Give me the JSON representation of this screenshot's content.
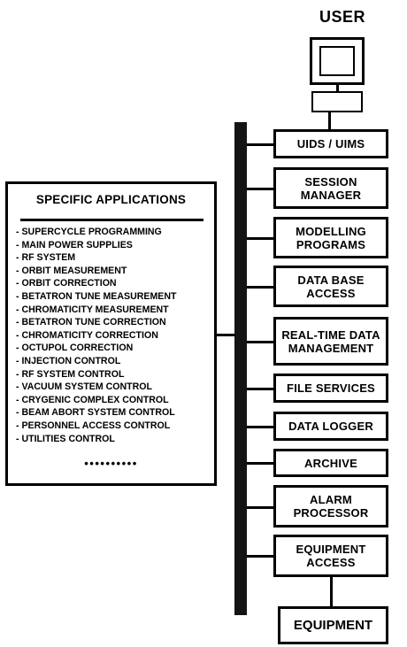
{
  "user": {
    "label": "USER"
  },
  "services": [
    {
      "label": "UIDS / UIMS"
    },
    {
      "label": "SESSION\nMANAGER"
    },
    {
      "label": "MODELLING\nPROGRAMS"
    },
    {
      "label": "DATA BASE\nACCESS"
    },
    {
      "label": "REAL-TIME DATA\nMANAGEMENT"
    },
    {
      "label": "FILE SERVICES"
    },
    {
      "label": "DATA LOGGER"
    },
    {
      "label": "ARCHIVE"
    },
    {
      "label": "ALARM\nPROCESSOR"
    },
    {
      "label": "EQUIPMENT\nACCESS"
    }
  ],
  "applications": {
    "title": "SPECIFIC APPLICATIONS",
    "items": [
      "- SUPERCYCLE PROGRAMMING",
      "- MAIN POWER SUPPLIES",
      "- RF SYSTEM",
      "- ORBIT MEASUREMENT",
      "- ORBIT CORRECTION",
      "- BETATRON TUNE MEASUREMENT",
      "- CHROMATICITY MEASUREMENT",
      "- BETATRON TUNE CORRECTION",
      "- CHROMATICITY CORRECTION",
      "- OCTUPOL CORRECTION",
      "- INJECTION CONTROL",
      "- RF  SYSTEM  CONTROL",
      "- VACUUM SYSTEM CONTROL",
      "- CRYGENIC COMPLEX CONTROL",
      "- BEAM ABORT SYSTEM CONTROL",
      "- PERSONNEL ACCESS CONTROL",
      "- UTILITIES CONTROL"
    ],
    "ellipsis": "••••••••••"
  },
  "equipment": {
    "label": "EQUIPMENT"
  }
}
